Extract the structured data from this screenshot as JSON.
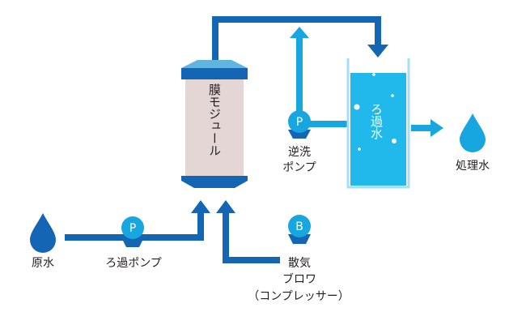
{
  "labels": {
    "raw_water": "原水",
    "filtration_pump": "ろ過ポンプ",
    "membrane_module": "膜モジュール",
    "backwash_pump_line1": "逆洗",
    "backwash_pump_line2": "ポンプ",
    "filtered_water": "ろ過水",
    "treated_water": "処理水",
    "blower_line1": "散気",
    "blower_line2": "ブロワ",
    "blower_line3": "（コンプレッサー）"
  },
  "symbols": {
    "pump_letter": "P",
    "blower_letter": "B"
  },
  "colors": {
    "dark_blue": "#1565b5",
    "light_blue": "#18a6e0",
    "membrane_body": "#e3d6d4",
    "tank_water": "#21b8ec",
    "tank_border": "#a5def5"
  }
}
